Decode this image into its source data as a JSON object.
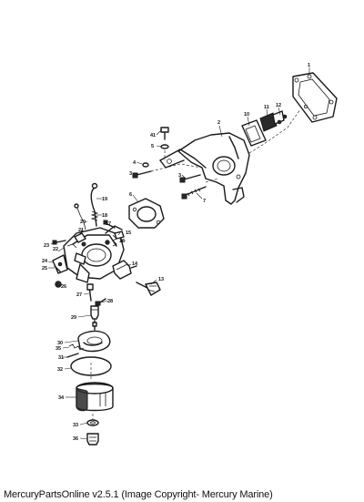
{
  "footer": {
    "text": "MercuryPartsOnline v2.5.1 (Image Copyright- Mercury Marine)"
  },
  "callouts": {
    "c1": "1",
    "c2": "2",
    "c3": "3",
    "c3b": "3",
    "c4": "4",
    "c5": "5",
    "c6": "6",
    "c7": "7",
    "c10": "10",
    "c11": "11",
    "c12": "12",
    "c13": "13",
    "c14": "14",
    "c15": "15",
    "c16": "16",
    "c17": "17",
    "c18": "18",
    "c19": "19",
    "c20": "20",
    "c21": "21",
    "c22": "22",
    "c23": "23",
    "c24": "24",
    "c25": "25",
    "c26": "26",
    "c27": "27",
    "c28": "28",
    "c29": "29",
    "c30": "30",
    "c31": "31",
    "c32": "32",
    "c33": "33",
    "c34": "34",
    "c35": "35",
    "c36": "36",
    "c41": "41"
  }
}
